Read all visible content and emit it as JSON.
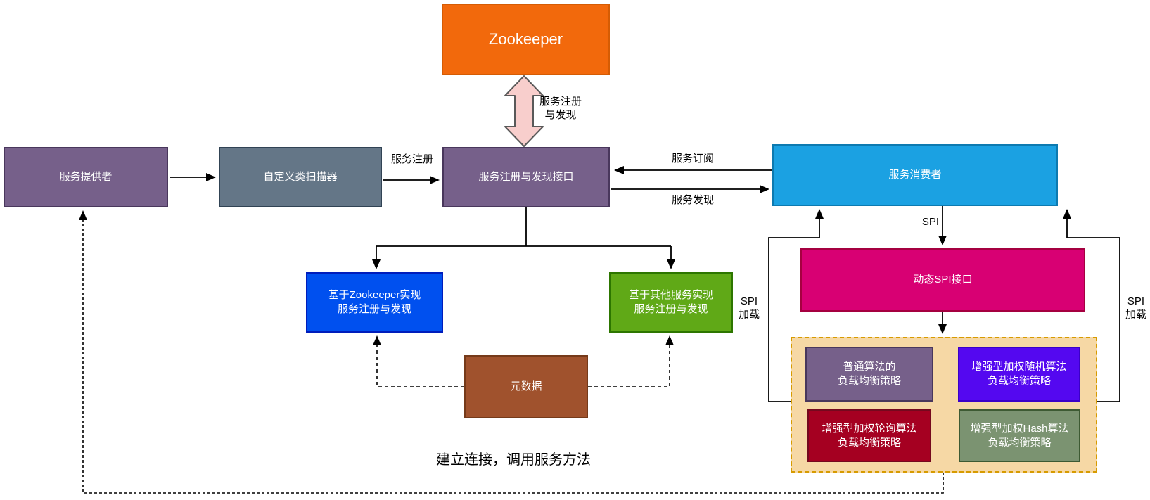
{
  "nodes": {
    "zookeeper": {
      "label": "Zookeeper"
    },
    "provider": {
      "label": "服务提供者"
    },
    "scanner": {
      "label": "自定义类扫描器"
    },
    "registry": {
      "label": "服务注册与发现接口"
    },
    "consumer": {
      "label": "服务消费者"
    },
    "zk_impl": {
      "label": "基于Zookeeper实现\n服务注册与发现"
    },
    "other_impl": {
      "label": "基于其他服务实现\n服务注册与发现"
    },
    "metadata": {
      "label": "元数据"
    },
    "spi_interface": {
      "label": "动态SPI接口"
    },
    "strategy_normal": {
      "label": "普通算法的\n负载均衡策略"
    },
    "strategy_random": {
      "label": "增强型加权随机算法\n负载均衡策略"
    },
    "strategy_round_robin": {
      "label": "增强型加权轮询算法\n负载均衡策略"
    },
    "strategy_hash": {
      "label": "增强型加权Hash算法\n负载均衡策略"
    }
  },
  "edges": {
    "zk_sync": {
      "label": "服务注册\n与发现"
    },
    "register": {
      "label": "服务注册"
    },
    "subscribe": {
      "label": "服务订阅"
    },
    "discover": {
      "label": "服务发现"
    },
    "spi": {
      "label": "SPI"
    },
    "spi_load_left": {
      "label": "SPI\n加载"
    },
    "spi_load_right": {
      "label": "SPI\n加载"
    },
    "connect": {
      "label": "建立连接，调用服务方法"
    }
  },
  "colors": {
    "zookeeper_orange": "#F2690C",
    "double_arrow_pink": "#F8CECC",
    "purple": "#76608A",
    "gray_blue": "#647687",
    "consumer_blue": "#1BA1E2",
    "cobalt_blue": "#0050EF",
    "green": "#60A917",
    "brown": "#A0522D",
    "magenta": "#D80073",
    "strategies_tan": "#F6D8A5",
    "strategies_border": "#D79B00",
    "violet": "#5408F0",
    "crimson": "#A50021",
    "sage_green": "#7B9371",
    "line_black": "#000000"
  }
}
